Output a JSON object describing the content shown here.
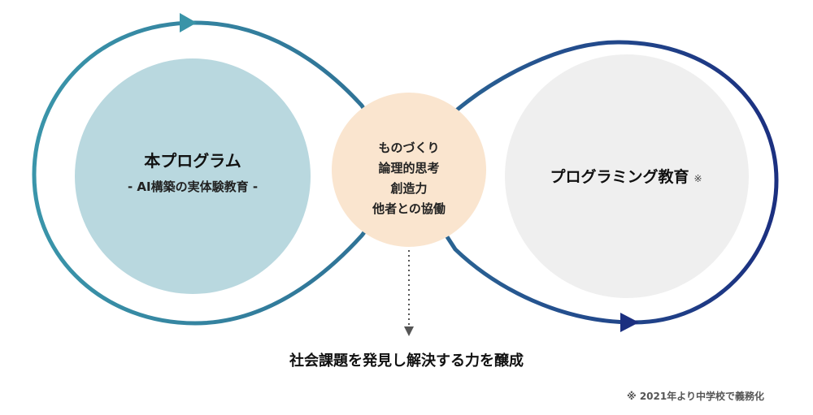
{
  "left_circle": {
    "title": "本プログラム",
    "subtitle": "- AI構築の実体験教育 -"
  },
  "center_circle": {
    "lines": [
      "ものづくり",
      "論理的思考",
      "創造力",
      "他者との協働"
    ]
  },
  "right_circle": {
    "title": "プログラミング教育",
    "mark": "※"
  },
  "result": {
    "text": "社会課題を発見し解決する力を醸成"
  },
  "footnote": {
    "text": "※ 2021年より中学校で義務化"
  },
  "colors": {
    "left_circle_fill": "#b9d8df",
    "center_circle_fill": "#fae5cf",
    "right_circle_fill": "#efefef",
    "left_loop": "#3a8ea8",
    "right_loop": "#1e3585",
    "dotted_arrow": "#555555"
  }
}
